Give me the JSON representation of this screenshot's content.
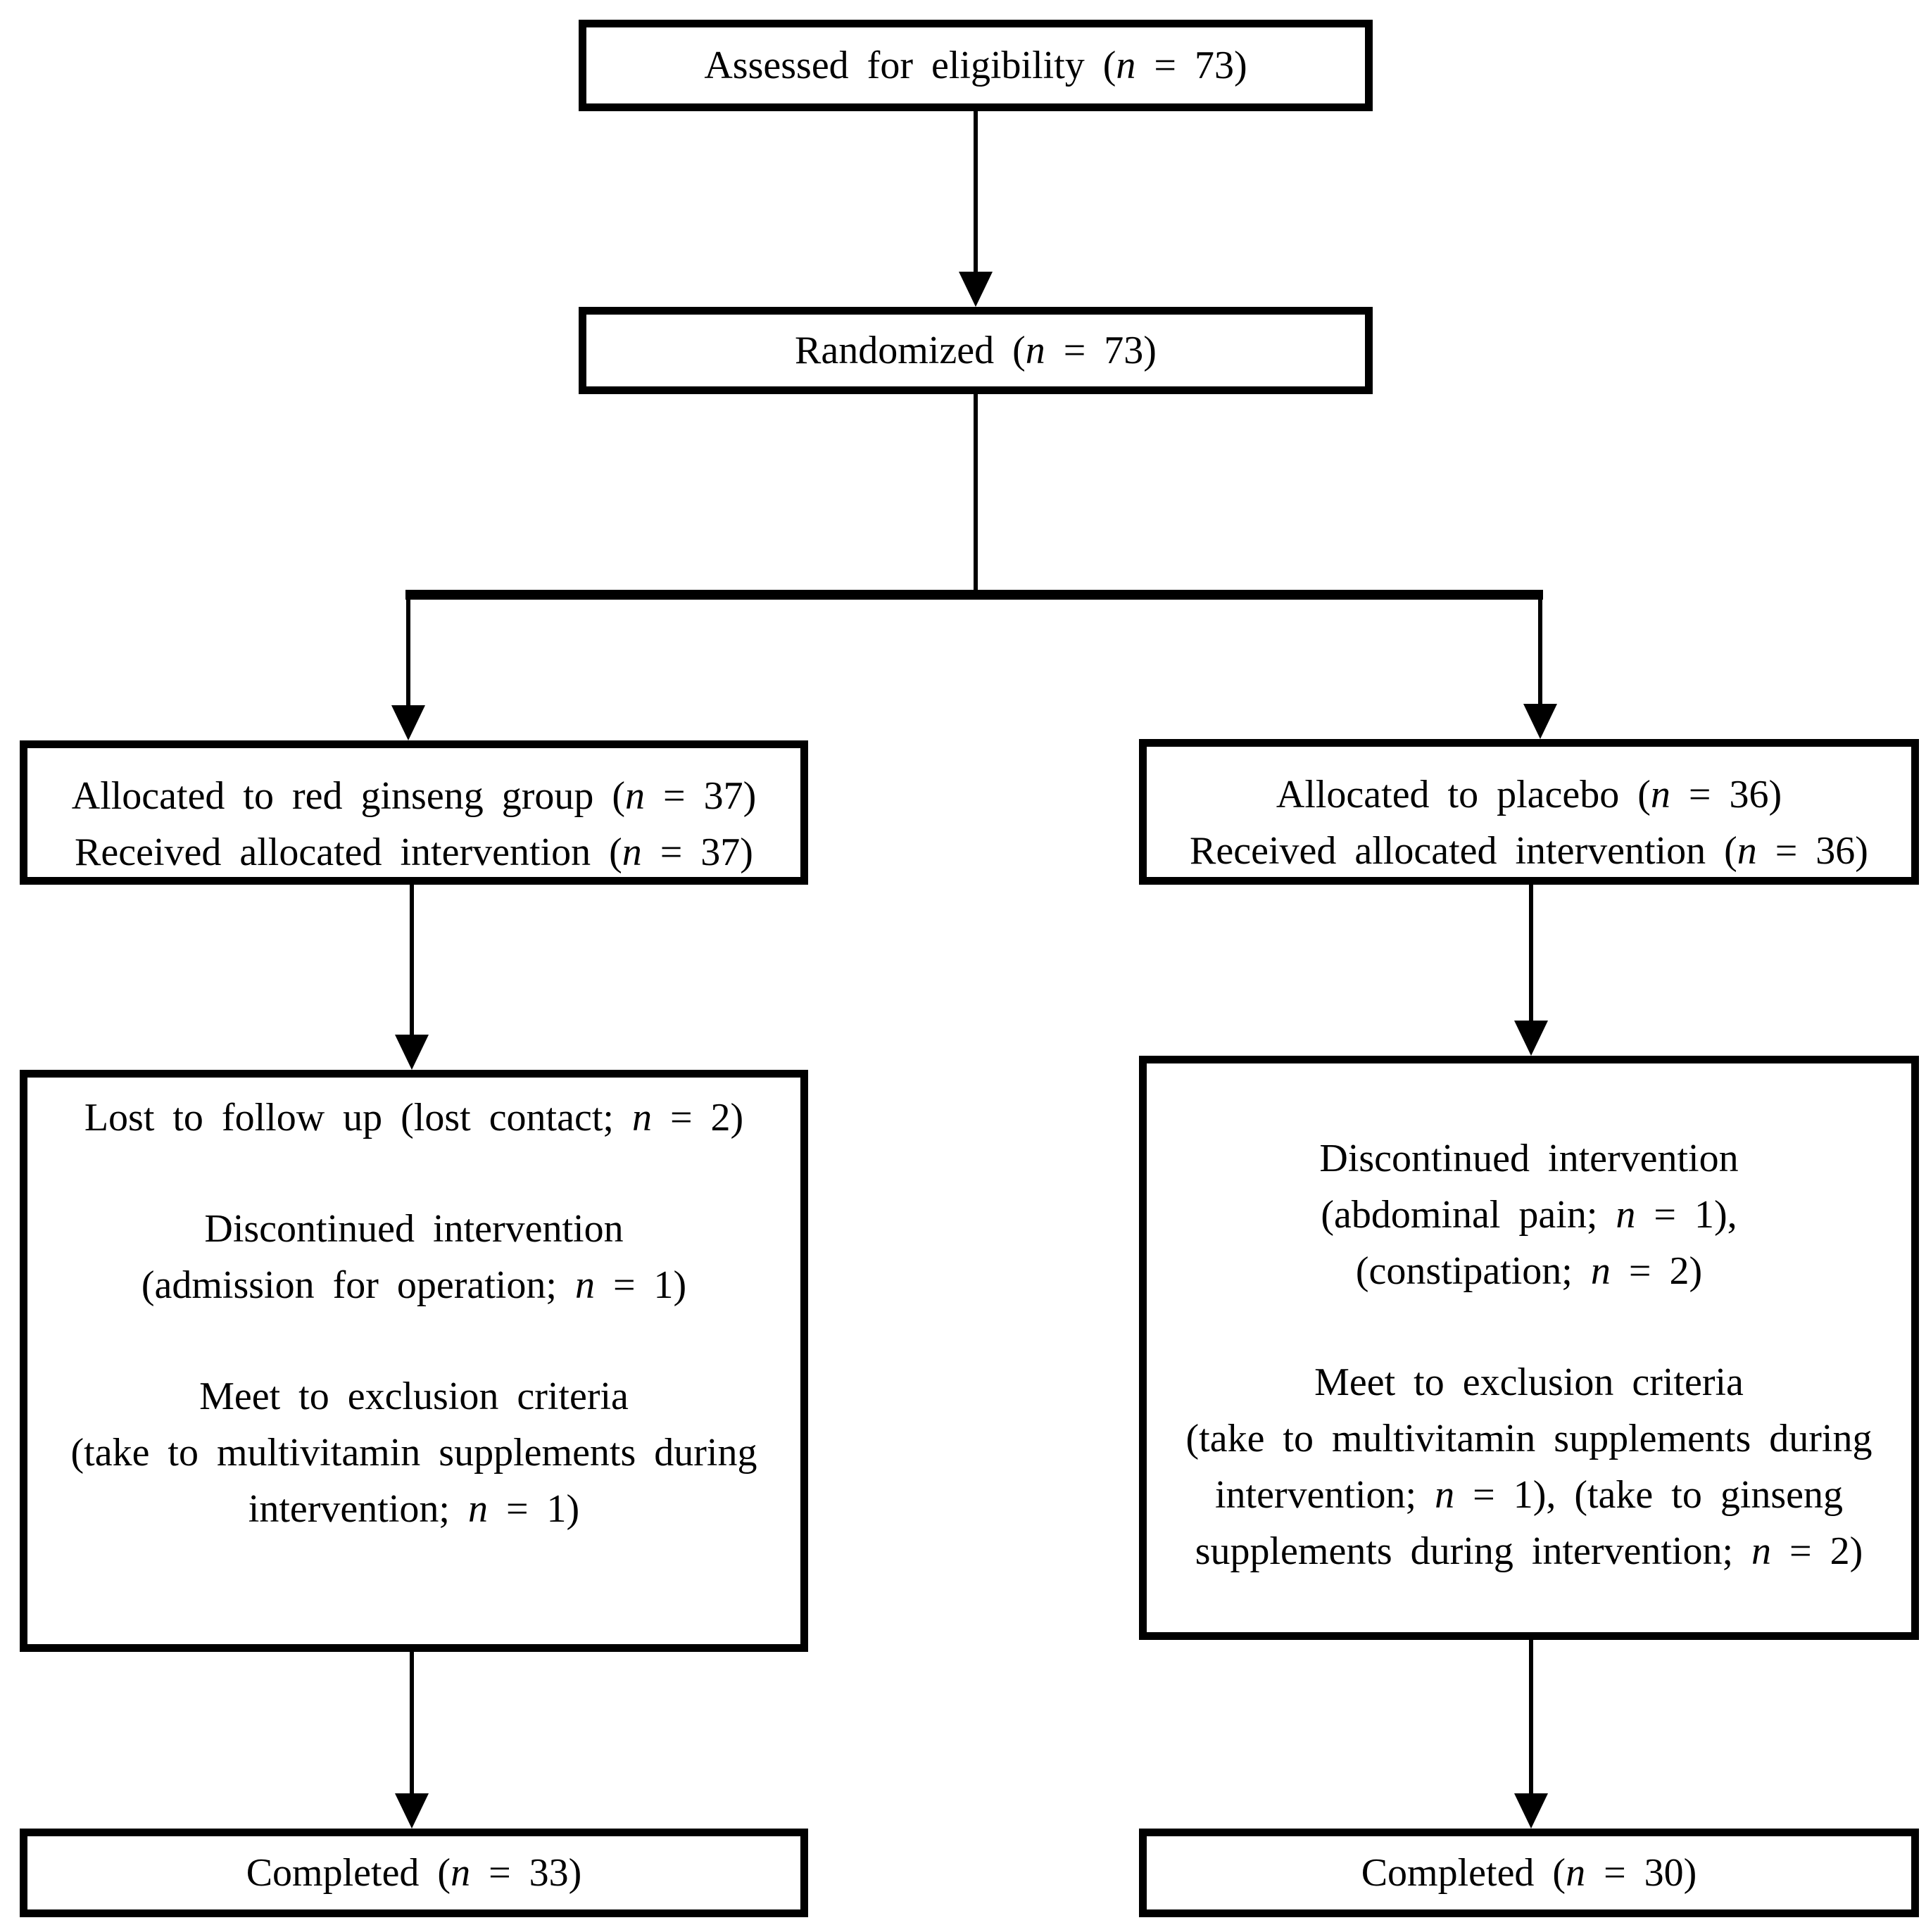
{
  "colors": {
    "ink": "#000000",
    "paper": "#ffffff"
  },
  "boxes": {
    "assessed": {
      "text": "Assessed for eligibility (n = 73)"
    },
    "randomized": {
      "text": "Randomized (n = 73)"
    },
    "allocated_red_ginseng": {
      "lines": [
        "Allocated to red ginseng group (n = 37)",
        "Received allocated intervention (n = 37)"
      ]
    },
    "allocated_placebo": {
      "lines": [
        "Allocated to placebo (n = 36)",
        "Received allocated intervention (n = 36)"
      ]
    },
    "red_ginseng_followup": {
      "paragraphs": [
        [
          "Lost to follow up (lost contact; n = 2)"
        ],
        [
          "Discontinued intervention",
          "(admission for operation; n = 1)"
        ],
        [
          "Meet to exclusion criteria",
          "(take to multivitamin supplements during",
          "intervention; n = 1)"
        ]
      ]
    },
    "placebo_followup": {
      "paragraphs": [
        [
          "Discontinued intervention",
          "(abdominal pain; n = 1),",
          "(constipation; n = 2)"
        ],
        [
          "Meet to exclusion criteria",
          "(take to multivitamin supplements during",
          "intervention; n = 1), (take to ginseng",
          "supplements during intervention; n = 2)"
        ]
      ]
    },
    "completed_red_ginseng": {
      "text": "Completed (n = 33)"
    },
    "completed_placebo": {
      "text": "Completed (n = 30)"
    }
  }
}
